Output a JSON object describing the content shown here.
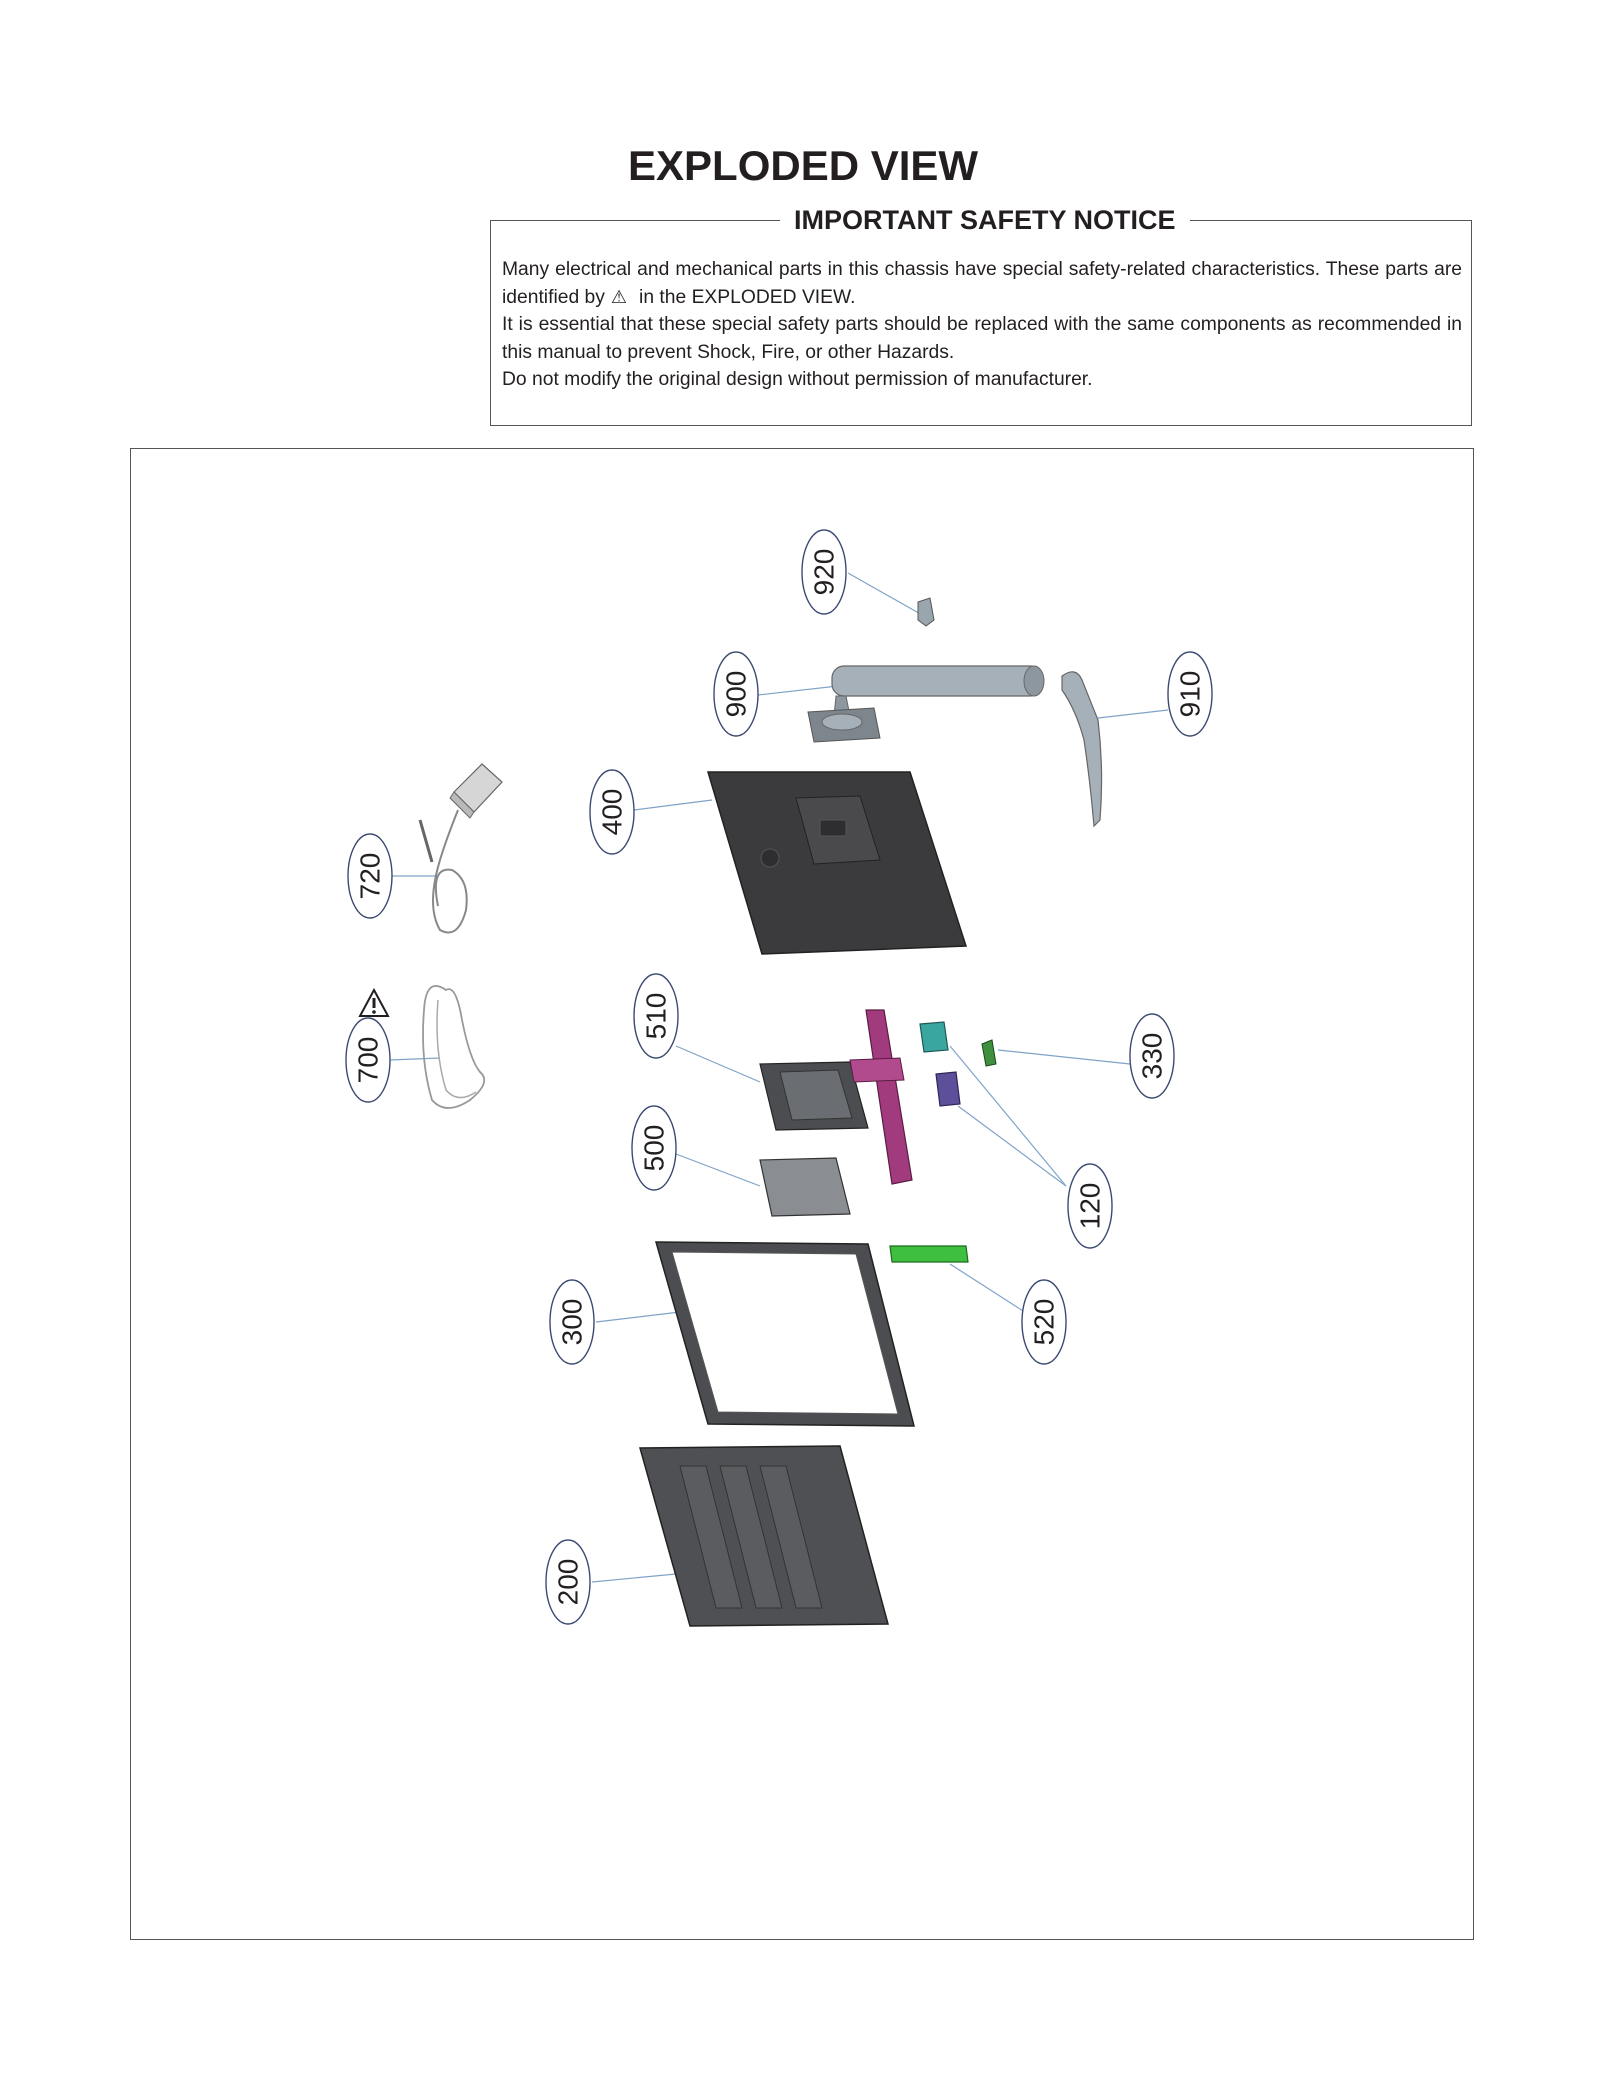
{
  "title": "EXPLODED VIEW",
  "notice": {
    "heading": "IMPORTANT SAFETY NOTICE",
    "line1_part1": "Many electrical and mechanical parts in this chassis have special safety-related characteristics. These parts are identified by",
    "warning_symbol": "⚠",
    "line1_part2": "in the  EXPLODED VIEW.",
    "line2": "It is essential that these special safety parts should be replaced with the same components as recommended in this manual to prevent Shock, Fire, or other Hazards.",
    "line3": "Do not modify the original design without permission of manufacturer."
  },
  "callouts": [
    "920",
    "900",
    "910",
    "400",
    "720",
    "700",
    "510",
    "330",
    "500",
    "120",
    "300",
    "520",
    "200"
  ],
  "safety_marked_part": "700",
  "colors": {
    "panel_dark": "#3b3b3d",
    "stand_gray": "#a6b0b8",
    "bracket_magenta": "#a23a7e",
    "connector_teal": "#3aa6a0",
    "connector_purple": "#5e4f9a",
    "led_green": "#3fbf3f",
    "leader_blue": "#7fa3c8"
  }
}
